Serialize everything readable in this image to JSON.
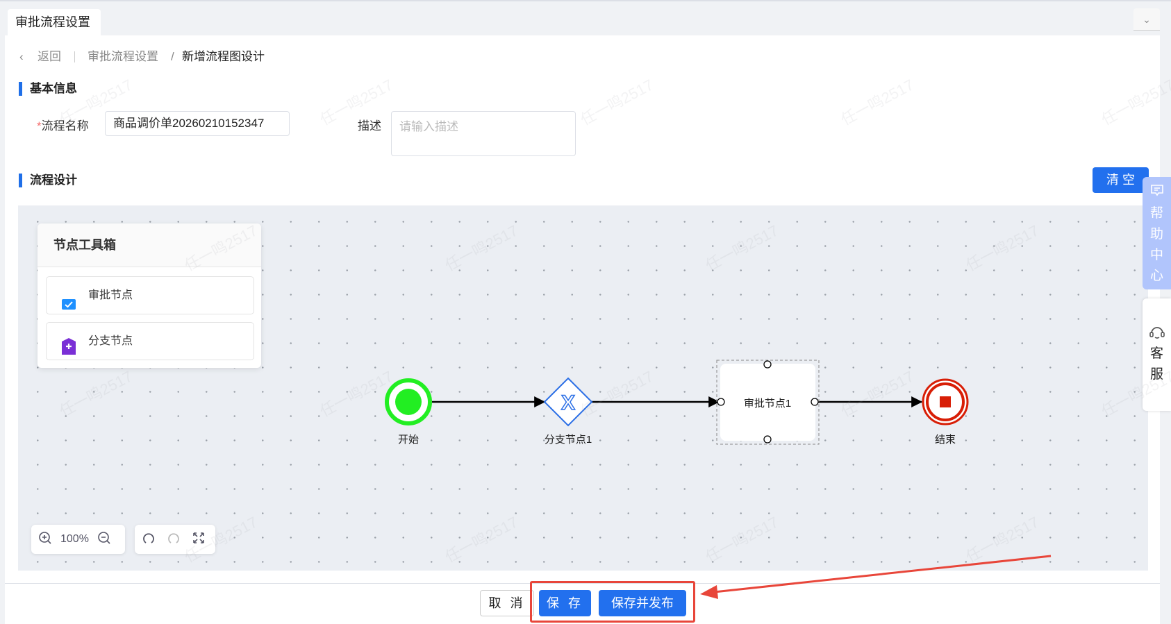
{
  "tab": {
    "title": "审批流程设置"
  },
  "breadcrumb": {
    "back": "返回",
    "parent": "审批流程设置",
    "separator": "/",
    "current": "新增流程图设计"
  },
  "basic_info": {
    "section_title": "基本信息",
    "name_label": "流程名称",
    "name_required": "*",
    "name_value": "商品调价单20260210152347",
    "desc_label": "描述",
    "desc_placeholder": "请输入描述"
  },
  "design": {
    "section_title": "流程设计",
    "clear_label": "清 空"
  },
  "toolbox": {
    "title": "节点工具箱",
    "items": [
      {
        "label": "审批节点",
        "icon": "checkbox-icon"
      },
      {
        "label": "分支节点",
        "icon": "shield-plus-icon"
      }
    ]
  },
  "diagram": {
    "nodes": [
      {
        "type": "start",
        "label": "开始"
      },
      {
        "type": "gateway",
        "label": "分支节点1",
        "glyph": "X"
      },
      {
        "type": "approval",
        "label": "审批节点1"
      },
      {
        "type": "end",
        "label": "结束"
      }
    ],
    "colors": {
      "start": "#22ee22",
      "gateway": "#2b6fe6",
      "end": "#d81e06"
    }
  },
  "controls": {
    "zoom": "100%"
  },
  "side": {
    "help": [
      "帮",
      "助",
      "中",
      "心"
    ],
    "service": [
      "客",
      "服"
    ]
  },
  "footer": {
    "cancel": "取 消",
    "save": "保 存",
    "save_publish": "保存并发布"
  },
  "annotation_color": "#e8463a",
  "watermark": "任一鸣2517"
}
